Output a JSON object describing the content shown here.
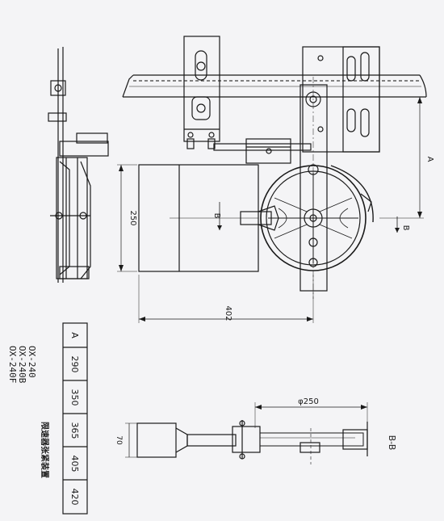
{
  "labels": {
    "dim_250": "250",
    "dim_402": "402",
    "dim_a": "A",
    "dim_phi250": "φ250",
    "dim_70": "70",
    "section_mark_left": "B",
    "section_mark_right": "B",
    "section_title": "B-B"
  },
  "table": {
    "header": "A",
    "values": [
      "290",
      "350",
      "365",
      "405",
      "420"
    ]
  },
  "models": [
    "OX-240",
    "OX-240B",
    "OX-240F"
  ],
  "caption": "限速器张紧装置",
  "colors": {
    "ink": "#1a1a1a",
    "paper": "#f4f4f6",
    "guide": "#3a3a3a"
  }
}
